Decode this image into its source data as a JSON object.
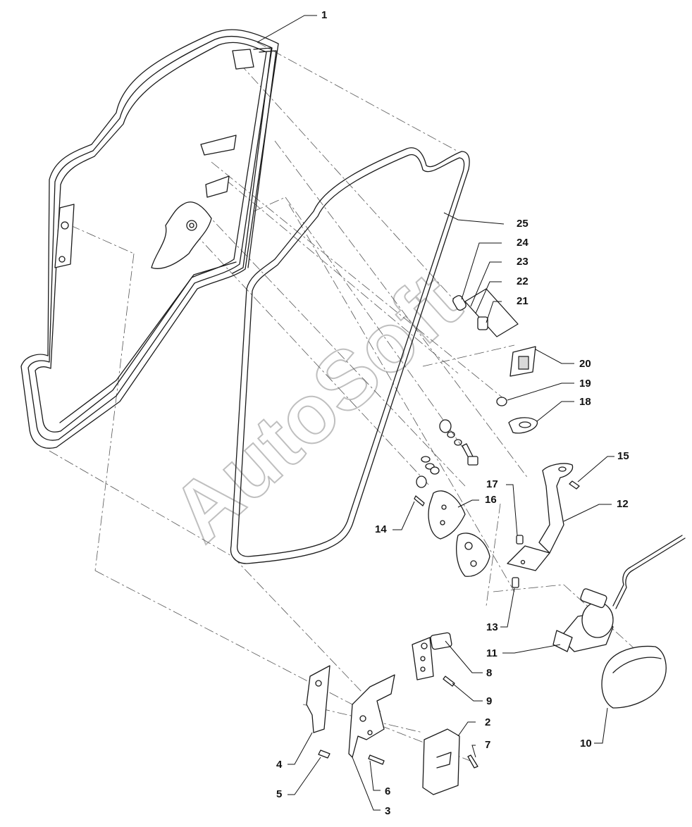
{
  "watermark": "AutoSoft",
  "callouts": [
    {
      "id": "1",
      "label": "1"
    },
    {
      "id": "2",
      "label": "2"
    },
    {
      "id": "3",
      "label": "3"
    },
    {
      "id": "4",
      "label": "4"
    },
    {
      "id": "5",
      "label": "5"
    },
    {
      "id": "6",
      "label": "6"
    },
    {
      "id": "7",
      "label": "7"
    },
    {
      "id": "8",
      "label": "8"
    },
    {
      "id": "9",
      "label": "9"
    },
    {
      "id": "10",
      "label": "10"
    },
    {
      "id": "11",
      "label": "11"
    },
    {
      "id": "12",
      "label": "12"
    },
    {
      "id": "13",
      "label": "13"
    },
    {
      "id": "14",
      "label": "14"
    },
    {
      "id": "15",
      "label": "15"
    },
    {
      "id": "16",
      "label": "16"
    },
    {
      "id": "17",
      "label": "17"
    },
    {
      "id": "18",
      "label": "18"
    },
    {
      "id": "19",
      "label": "19"
    },
    {
      "id": "20",
      "label": "20"
    },
    {
      "id": "21",
      "label": "21"
    },
    {
      "id": "22",
      "label": "22"
    },
    {
      "id": "23",
      "label": "23"
    },
    {
      "id": "24",
      "label": "24"
    },
    {
      "id": "25",
      "label": "25"
    }
  ]
}
